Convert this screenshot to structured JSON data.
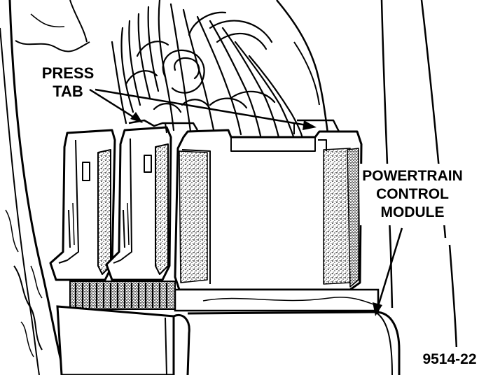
{
  "labels": {
    "press_tab": [
      "PRESS",
      "TAB"
    ],
    "pcm": [
      "POWERTRAIN",
      "CONTROL",
      "MODULE"
    ],
    "figure_number": "9514-22"
  },
  "colors": {
    "ink": "#000000",
    "paper": "#ffffff",
    "shade": "#c8c8c8"
  }
}
